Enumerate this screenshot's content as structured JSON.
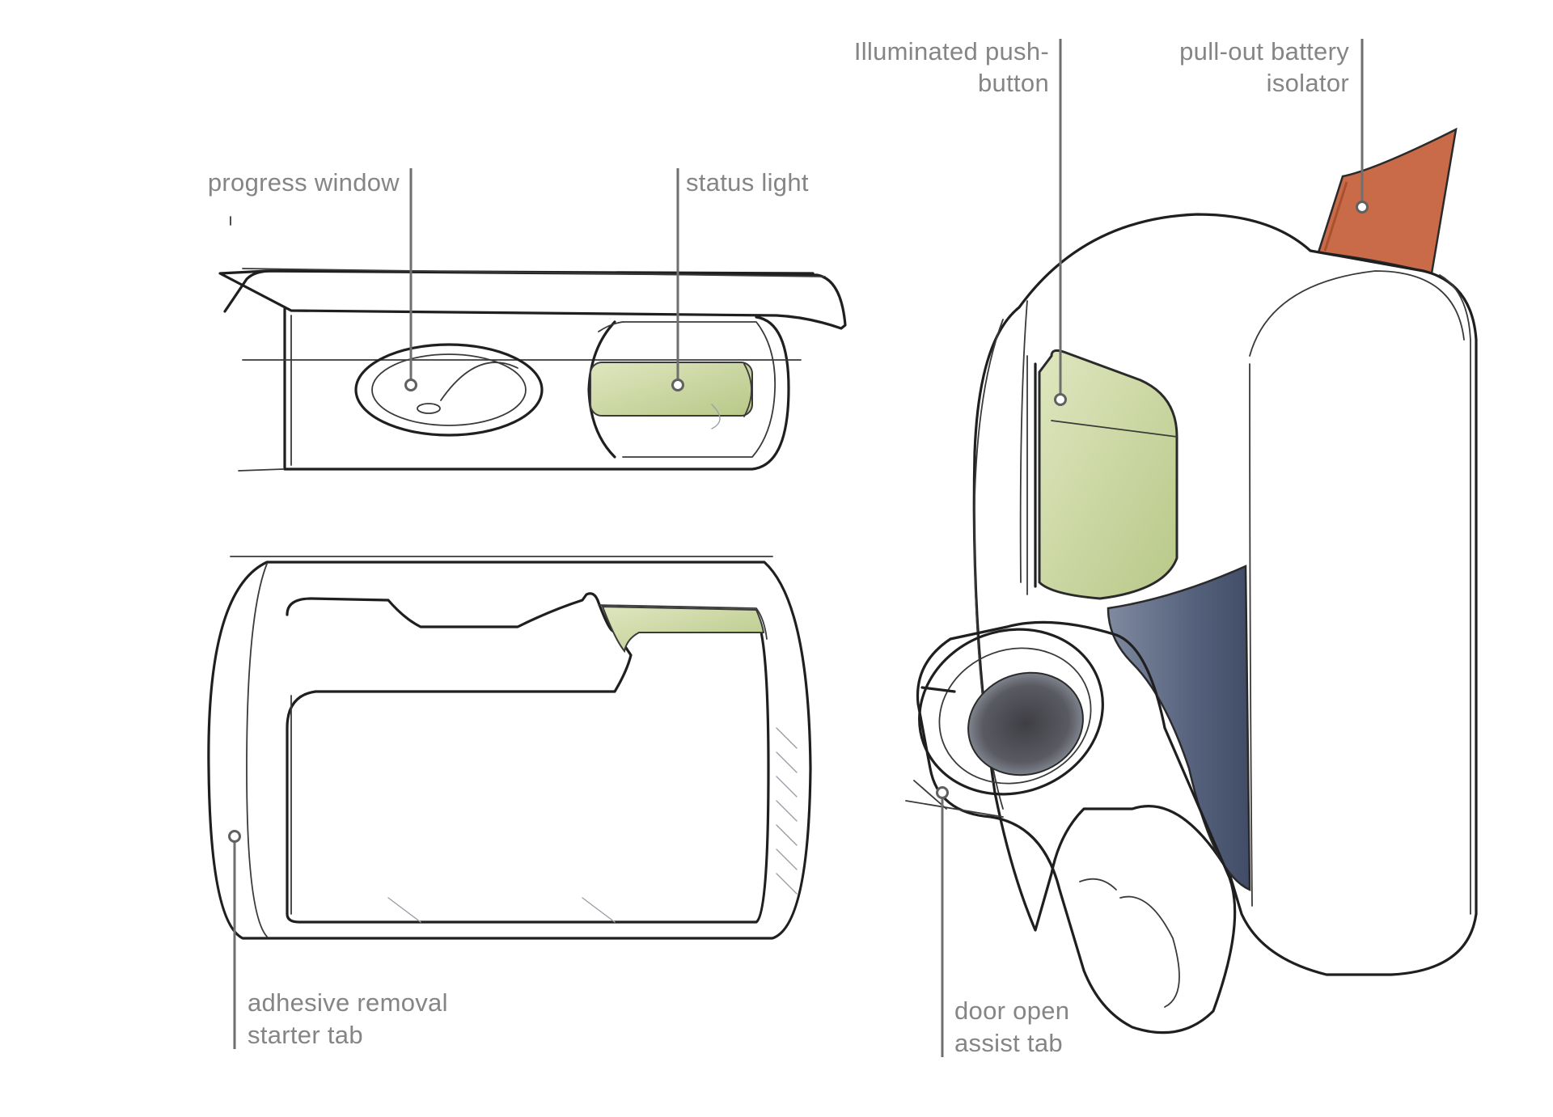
{
  "labels": {
    "progress_window": "progress window",
    "status_light_top": "status light",
    "illuminated_button_line1": "Illuminated push-",
    "illuminated_button_line2": "button",
    "battery_isolator_line1": "pull-out battery",
    "battery_isolator_line2": "isolator",
    "adhesive_tab_line1": "adhesive removal",
    "adhesive_tab_line2": "starter tab",
    "door_tab_line1": "door open",
    "door_tab_line2": "assist tab"
  },
  "colors": {
    "status_light": "#c8d69a",
    "status_light_shade": "#a9bd72",
    "battery_isolator": "#c96a48",
    "battery_isolator_shade": "#a9502f",
    "window_dark": "#4f5d78",
    "body_fill": "#eef0f4",
    "body_shade": "#d4dae4",
    "nozzle_inner": "#8b929c",
    "nozzle_core": "#4a4a50"
  }
}
